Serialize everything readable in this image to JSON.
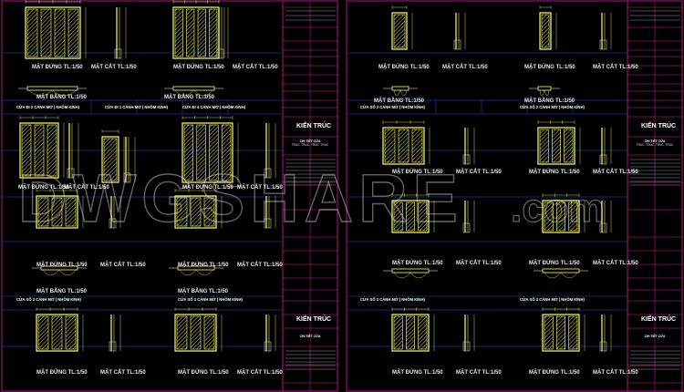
{
  "watermark": {
    "main": "DWGSHARE",
    "suffix": ".com"
  },
  "labels": {
    "elevation": "MẶT ĐỨNG  TL:1/50",
    "section": "MẶT CẮT  TL:1/50",
    "plan": "MẶT BẰNG  TL:1/50"
  },
  "captions": {
    "door2_glass": "CỬA ĐI 2 CÁNH MỞ ( NHÔM KÍNH)",
    "door1_glass": "CỬA ĐI 1 CÁNH MỞ ( NHÔM KÍNH)",
    "door4_glass": "CỬA ĐI 4 CÁNH MỞ ( NHÔM KÍNH)",
    "window2_glass": "CỬA SỔ 2 CÁNH MỞ ( NHÔM KÍNH)"
  },
  "titleblock": {
    "discipline": "KIẾN TRÚC",
    "sheet_title": "CHI TIẾT CỬA",
    "sheet_sub": "TRỤC, TRỤC, TRỤC, TRỤC"
  },
  "colors": {
    "frame": "#ffff66",
    "grid": "#1e4fd6",
    "border": "#d81b9e",
    "text": "#ffffff"
  }
}
